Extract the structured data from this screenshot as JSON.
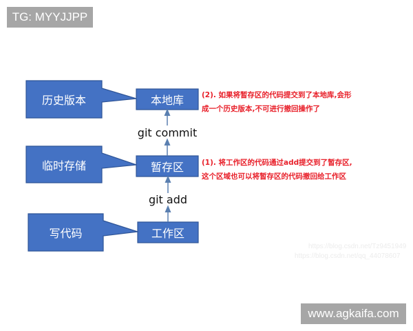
{
  "badges": {
    "top_left": "TG: MYYJJPP",
    "bottom_right": "www.agkaifa.com"
  },
  "diagram": {
    "colors": {
      "box_fill": "#4472c4",
      "box_border": "#2f5597",
      "arrow": "#5a7fb0",
      "note_text": "#e8202a",
      "badge_bg": "#a6a6a6"
    },
    "stages": [
      {
        "box": "本地库",
        "callout": "历史版本"
      },
      {
        "box": "暂存区",
        "callout": "临时存储"
      },
      {
        "box": "工作区",
        "callout": "写代码"
      }
    ],
    "commands": {
      "commit": "git commit",
      "add": "git add"
    },
    "notes": {
      "repo": [
        "(2). 如果将暂存区的代码提交到了本地库,会形",
        "成一个历史版本,不可进行撤回操作了"
      ],
      "staging": [
        "(1). 将工作区的代码通过add提交到了暂存区,",
        "这个区域也可以将暂存区的代码撤回给工作区"
      ]
    },
    "watermarks": [
      "https://blog.csdn.net/Tz9451949",
      "https://blog.csdn.net/qq_44078607"
    ]
  }
}
